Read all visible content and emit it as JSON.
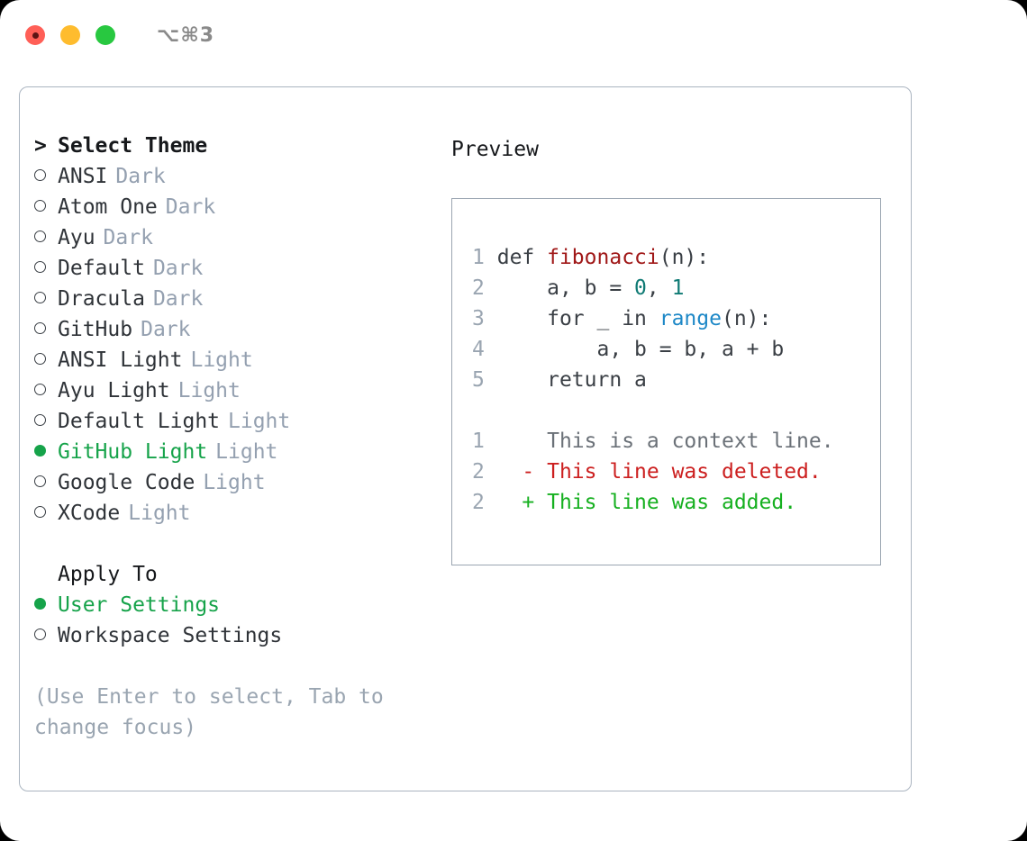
{
  "titlebar": {
    "lights": [
      {
        "name": "close",
        "color": "#ff5f57"
      },
      {
        "name": "minimize",
        "color": "#febc2e"
      },
      {
        "name": "zoom",
        "color": "#28c840"
      }
    ],
    "shortcut": "⌥⌘3"
  },
  "theme_picker": {
    "caret": ">",
    "heading": "Select Theme",
    "marker_unselected": "○",
    "marker_selected": "●",
    "items": [
      {
        "label": "ANSI",
        "tag": "Dark",
        "selected": false
      },
      {
        "label": "Atom One",
        "tag": "Dark",
        "selected": false
      },
      {
        "label": "Ayu",
        "tag": "Dark",
        "selected": false
      },
      {
        "label": "Default",
        "tag": "Dark",
        "selected": false
      },
      {
        "label": "Dracula",
        "tag": "Dark",
        "selected": false
      },
      {
        "label": "GitHub",
        "tag": "Dark",
        "selected": false
      },
      {
        "label": "ANSI Light",
        "tag": "Light",
        "selected": false
      },
      {
        "label": "Ayu Light",
        "tag": "Light",
        "selected": false
      },
      {
        "label": "Default Light",
        "tag": "Light",
        "selected": false
      },
      {
        "label": "GitHub Light",
        "tag": "Light",
        "selected": true
      },
      {
        "label": "Google Code",
        "tag": "Light",
        "selected": false
      },
      {
        "label": "XCode",
        "tag": "Light",
        "selected": false
      }
    ]
  },
  "apply_to": {
    "heading": "Apply To",
    "options": [
      {
        "label": "User Settings",
        "selected": true
      },
      {
        "label": "Workspace Settings",
        "selected": false
      }
    ]
  },
  "hint": "(Use Enter to select, Tab to change focus)",
  "preview": {
    "title": "Preview",
    "code_lines": [
      {
        "no": "1",
        "tokens": [
          {
            "t": "def ",
            "k": "plain"
          },
          {
            "t": "fibonacci",
            "k": "fn"
          },
          {
            "t": "(n):",
            "k": "plain"
          }
        ]
      },
      {
        "no": "2",
        "tokens": [
          {
            "t": "    a, b = ",
            "k": "plain"
          },
          {
            "t": "0",
            "k": "num"
          },
          {
            "t": ", ",
            "k": "plain"
          },
          {
            "t": "1",
            "k": "num"
          }
        ]
      },
      {
        "no": "3",
        "tokens": [
          {
            "t": "    for _ in ",
            "k": "plain"
          },
          {
            "t": "range",
            "k": "kw"
          },
          {
            "t": "(n):",
            "k": "plain"
          }
        ]
      },
      {
        "no": "4",
        "tokens": [
          {
            "t": "        a, b = b, a + b",
            "k": "plain"
          }
        ]
      },
      {
        "no": "5",
        "tokens": [
          {
            "t": "    return a",
            "k": "plain"
          }
        ]
      }
    ],
    "diff_lines": [
      {
        "no": "1",
        "marker": " ",
        "text": "This is a context line.",
        "kind": "ctx"
      },
      {
        "no": "2",
        "marker": "-",
        "text": "This line was deleted.",
        "kind": "del"
      },
      {
        "no": "2",
        "marker": "+",
        "text": "This line was added.",
        "kind": "add"
      }
    ]
  },
  "colors": {
    "accent_green": "#16a34a",
    "muted": "#94a0b0",
    "border": "#9aa5b1",
    "diff_add": "#16b020",
    "diff_del": "#cc1f1f",
    "syntax_fn": "#a01818",
    "syntax_num": "#0f7a74",
    "syntax_kw": "#1e88c7"
  }
}
